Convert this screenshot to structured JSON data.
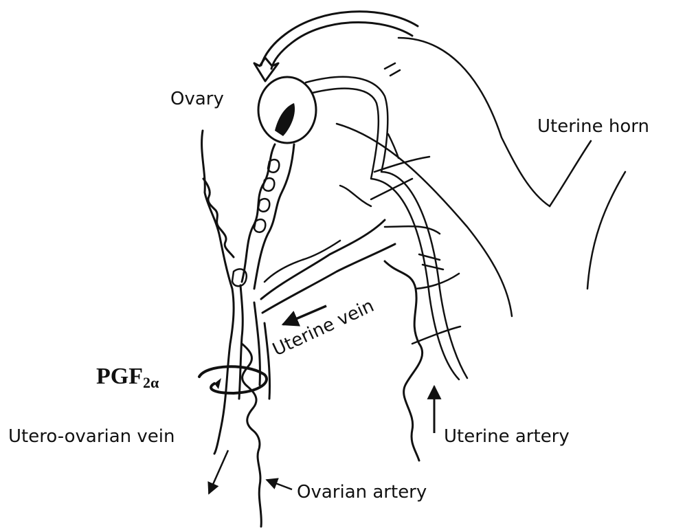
{
  "diagram": {
    "labels": {
      "ovary": "Ovary",
      "uterine_horn": "Uterine horn",
      "uterine_vein": "Uterine vein",
      "pgf_main": "PGF",
      "pgf_subscript": "2α",
      "utero_ovarian_vein": "Utero-ovarian vein",
      "uterine_artery": "Uterine artery",
      "ovarian_artery": "Ovarian artery"
    },
    "colors": {
      "line": "#111111",
      "background": "#ffffff"
    }
  }
}
